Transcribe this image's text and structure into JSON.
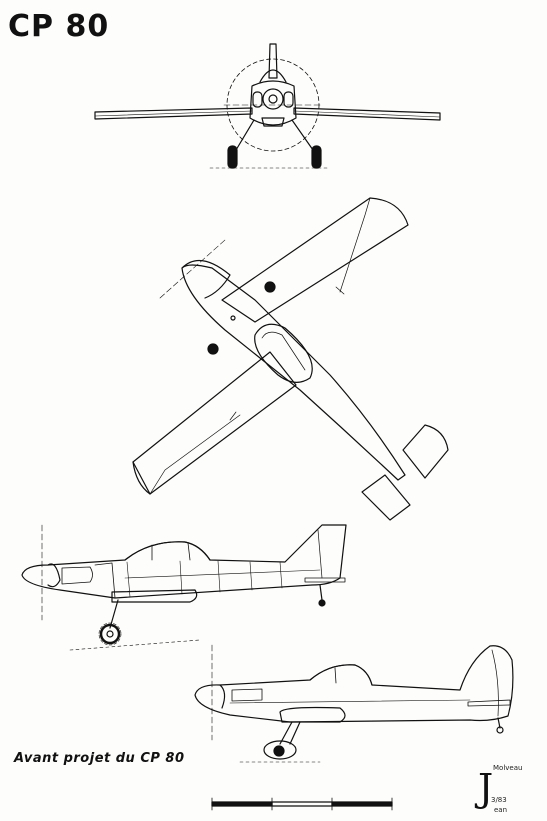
{
  "title": "CP 80",
  "caption": "Avant projet du CP 80",
  "signature": {
    "name_top": "Molveau",
    "date": "3/83",
    "name_bottom": "ean",
    "initial": "J"
  },
  "colors": {
    "ink": "#111111",
    "paper": "#fdfdfb"
  }
}
